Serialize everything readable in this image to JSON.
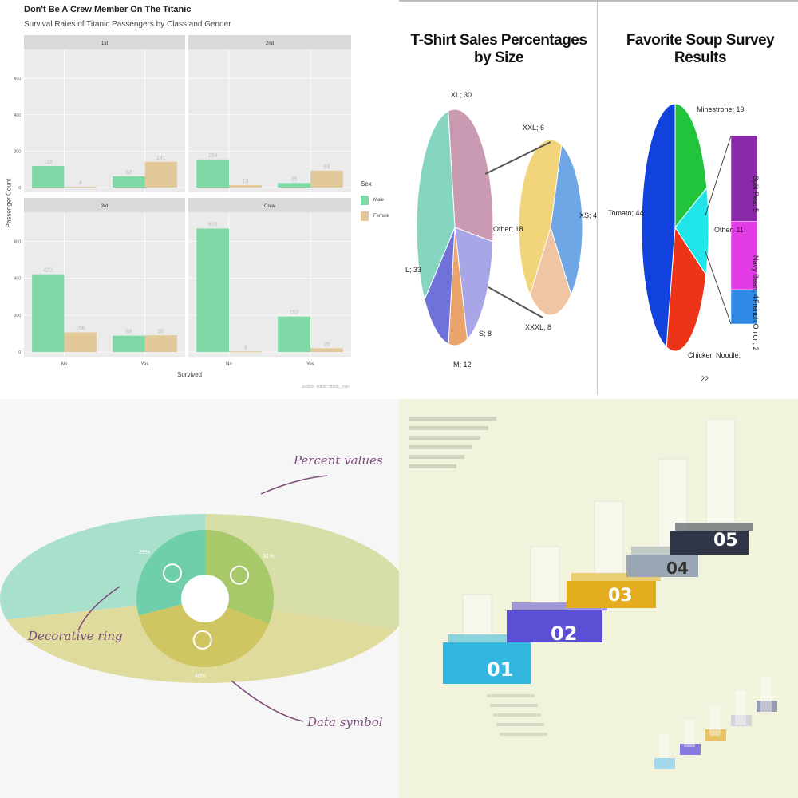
{
  "titanic": {
    "title": "Don't Be A Crew Member On The Titanic",
    "subtitle": "Survival Rates of Titanic Passengers by Class and Gender",
    "ylabel": "Passenger Count",
    "xlabel": "Survived",
    "legend_title": "Sex",
    "caption": "Source: titanic::titanic_train",
    "colors": {
      "male": "#7fd8a5",
      "female": "#e3c899",
      "panel": "#ebebeb",
      "strip": "#d9d9d9"
    }
  },
  "pies": {
    "left_title": "T-Shirt Sales Percentages by Size",
    "right_title": "Favorite Soup Survey Results",
    "labels": {
      "xl": "XL; 30",
      "l": "L; 33",
      "m": "M; 12",
      "s": "S; 8",
      "other": "Other; 18",
      "xxl": "XXL; 6",
      "xs": "XS; 4",
      "xxxl": "XXXL; 8",
      "minestrone": "Minestrone; 19",
      "tomato": "Tomato; 44",
      "other_soup": "Other; 11",
      "chicken": "Chicken Noodle;",
      "chicken_val": "22",
      "splitpea": "Split Pea; 5",
      "navybean": "Navy Bean; 4",
      "frenchonion": "French Onion; 2"
    }
  },
  "donut": {
    "labels": {
      "percent": "Percent values",
      "ring": "Decorative ring",
      "symbol": "Data symbol"
    },
    "slices": [
      {
        "label": "31%",
        "value": 31,
        "color": "#a8c96a",
        "symbol": "drop-icon"
      },
      {
        "label": "40%",
        "value": 40,
        "color": "#d0c563",
        "symbol": "croissant-icon"
      },
      {
        "label": "29%",
        "value": 29,
        "color": "#6fcfaa",
        "symbol": "citrus-icon"
      }
    ]
  },
  "steps": {
    "numbers": [
      "01",
      "02",
      "03",
      "04",
      "05"
    ],
    "colors": [
      "#34b6df",
      "#5b4fd6",
      "#e3ad1f",
      "#9ba7b5",
      "#2f3546"
    ]
  },
  "chart_data": [
    {
      "type": "bar",
      "title": "Don't Be A Crew Member On The Titanic",
      "subtitle": "Survival Rates of Titanic Passengers by Class and Gender",
      "xlabel": "Survived",
      "ylabel": "Passenger Count",
      "ylim": [
        0,
        750
      ],
      "yticks": [
        0,
        200,
        400,
        600
      ],
      "categories": [
        "No",
        "Yes"
      ],
      "legend_position": "right",
      "panels": [
        {
          "name": "1st",
          "series": [
            {
              "name": "Male",
              "values": [
                118,
                62
              ]
            },
            {
              "name": "Female",
              "values": [
                4,
                141
              ]
            }
          ]
        },
        {
          "name": "2nd",
          "series": [
            {
              "name": "Male",
              "values": [
                154,
                25
              ]
            },
            {
              "name": "Female",
              "values": [
                13,
                93
              ]
            }
          ]
        },
        {
          "name": "3rd",
          "series": [
            {
              "name": "Male",
              "values": [
                422,
                88
              ]
            },
            {
              "name": "Female",
              "values": [
                106,
                90
              ]
            }
          ]
        },
        {
          "name": "Crew",
          "series": [
            {
              "name": "Male",
              "values": [
                670,
                192
              ]
            },
            {
              "name": "Female",
              "values": [
                3,
                20
              ]
            }
          ]
        }
      ]
    },
    {
      "type": "pie",
      "title": "T-Shirt Sales Percentages by Size",
      "slices": [
        {
          "label": "XL",
          "value": 30
        },
        {
          "label": "Other",
          "value": 18
        },
        {
          "label": "S",
          "value": 8
        },
        {
          "label": "M",
          "value": 12
        },
        {
          "label": "L",
          "value": 33
        }
      ],
      "other_breakdown": [
        {
          "label": "XXL",
          "value": 6
        },
        {
          "label": "XS",
          "value": 4
        },
        {
          "label": "XXXL",
          "value": 8
        }
      ]
    },
    {
      "type": "pie",
      "title": "Favorite Soup Survey Results",
      "slices": [
        {
          "label": "Minestrone",
          "value": 19
        },
        {
          "label": "Other",
          "value": 11
        },
        {
          "label": "Chicken Noodle",
          "value": 22
        },
        {
          "label": "Tomato",
          "value": 44
        }
      ],
      "other_breakdown": [
        {
          "label": "Split Pea",
          "value": 5
        },
        {
          "label": "Navy Bean",
          "value": 4
        },
        {
          "label": "French Onion",
          "value": 2
        }
      ]
    },
    {
      "type": "pie",
      "slices": [
        {
          "label": "31%",
          "value": 31
        },
        {
          "label": "40%",
          "value": 40
        },
        {
          "label": "29%",
          "value": 29
        }
      ]
    }
  ]
}
